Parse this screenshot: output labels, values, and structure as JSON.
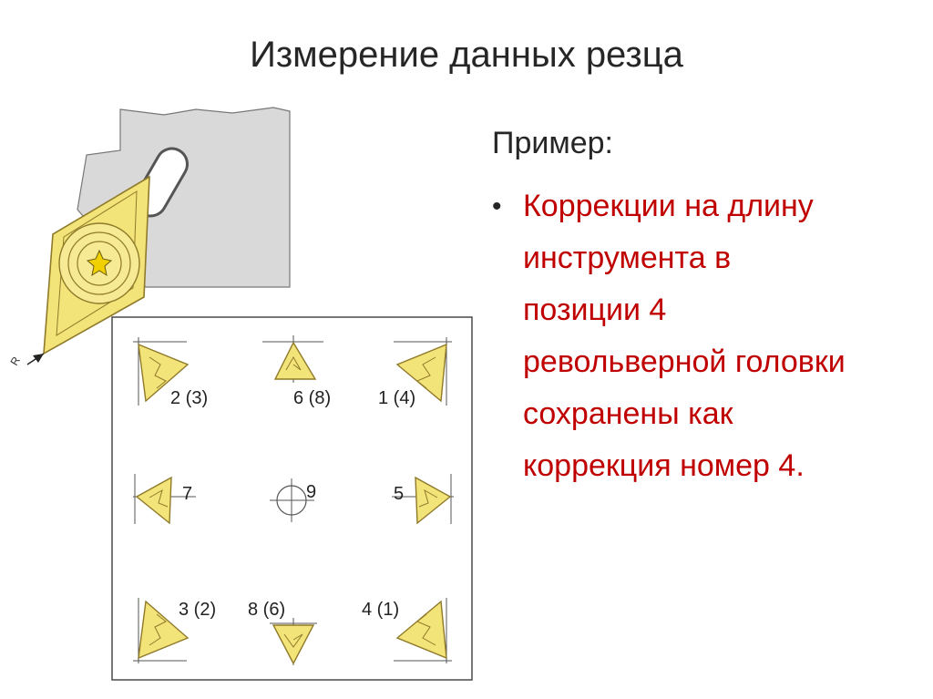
{
  "title": "Измерение данных резца",
  "example_label": "Пример:",
  "bullet": {
    "lines": [
      "Коррекции на длину",
      "инструмента в",
      "позиции 4",
      "револьверной головки",
      "сохранены как",
      "коррекция номер 4."
    ]
  },
  "diagram": {
    "tool_label": "R",
    "positions": {
      "p2": "2 (3)",
      "p6": "6 (8)",
      "p1": "1 (4)",
      "p7": "7",
      "p9": "9",
      "p5": "5",
      "p3": "3 (2)",
      "p8": "8 (6)",
      "p4": "4 (1)"
    },
    "colors": {
      "insert_fill": "#f3e47a",
      "insert_stroke": "#8f7a2a",
      "holder_fill": "#d9d9d9",
      "frame": "#555555"
    }
  }
}
